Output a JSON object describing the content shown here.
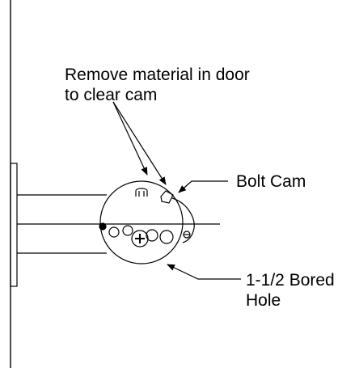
{
  "annotations": {
    "remove_material_line1": "Remove material in door",
    "remove_material_line2": "to clear cam",
    "bolt_cam": "Bolt Cam",
    "bored_hole_line1": "1-1/2 Bored",
    "bored_hole_line2": "Hole"
  },
  "colors": {
    "line": "#000000",
    "background": "#ffffff"
  }
}
